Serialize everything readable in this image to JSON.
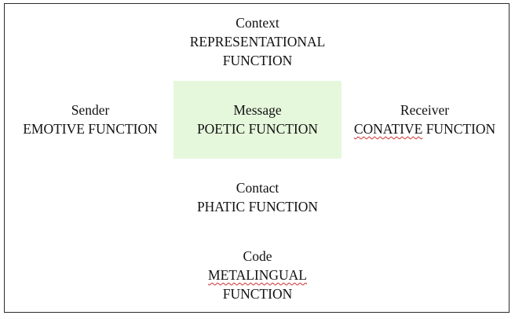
{
  "context": {
    "heading": "Context",
    "line1": "REPRESENTATIONAL",
    "line2": "FUNCTION"
  },
  "sender": {
    "heading": "Sender",
    "line1": "EMOTIVE FUNCTION"
  },
  "message": {
    "heading": "Message",
    "line1": "POETIC FUNCTION"
  },
  "receiver": {
    "heading": "Receiver",
    "word1": "CONATIVE",
    "word2": " FUNCTION"
  },
  "contact": {
    "heading": "Contact",
    "line1": "PHATIC FUNCTION"
  },
  "code": {
    "heading": "Code",
    "line1": "METALINGUAL",
    "line2": "FUNCTION"
  },
  "colors": {
    "highlight": "#e6f8dc",
    "spellcheck": "#d03030",
    "border": "#2a2a2a"
  }
}
